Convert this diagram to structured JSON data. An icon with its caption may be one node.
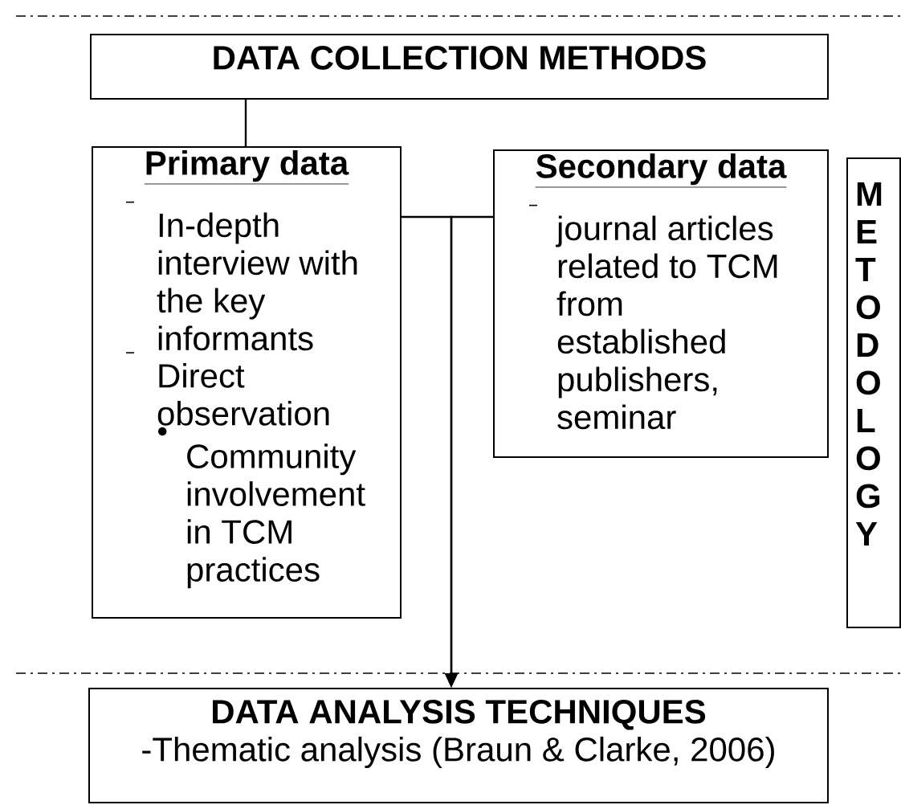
{
  "diagram": {
    "nodes": [
      {
        "text": [
          "DATA COLLECTION METHODS"
        ]
      },
      {
        "text": [
          "Primary data",
          "In-depth interview with the key informants",
          "Direct observation",
          "Community involvement in TCM practices"
        ]
      },
      {
        "text": [
          "Secondary data",
          "journal articles related to TCM from established publishers, seminar"
        ]
      },
      {
        "text": [
          "M E T O D O L O G Y"
        ]
      },
      {
        "text": [
          "DATA ANALYSIS TECHNIQUES",
          "-Thematic analysis (Braun & Clarke, 2006)"
        ]
      }
    ],
    "edges": [
      {
        "from": 0,
        "to": 1,
        "arrow": "none"
      },
      {
        "from": 1,
        "to": 4,
        "arrow": "to"
      },
      {
        "from": 2,
        "to": 4,
        "arrow": "to"
      }
    ]
  }
}
